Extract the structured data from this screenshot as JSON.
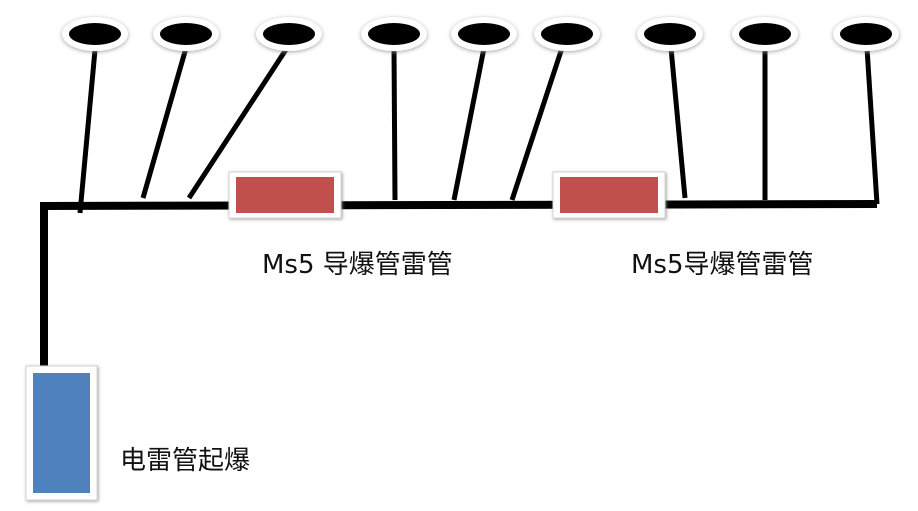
{
  "diagram": {
    "hole_count": 9,
    "delay_label_1": "Ms5 导爆管雷管",
    "delay_label_2": "Ms5导爆管雷管",
    "initiator_label": "电雷管起爆",
    "colors": {
      "line": "#000000",
      "delay_fill": "#c0504d",
      "initiator_fill": "#4f81bd",
      "hole_fill": "#000000",
      "hole_ring": "#ffffff"
    }
  }
}
